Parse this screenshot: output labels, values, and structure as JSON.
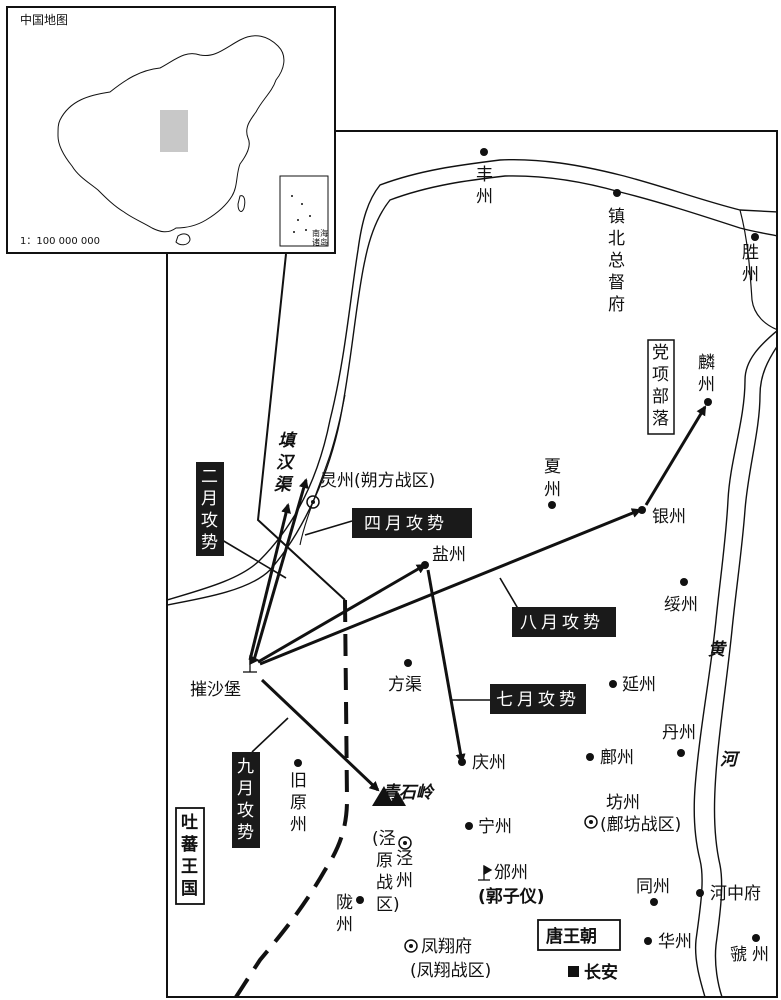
{
  "inset": {
    "title": "中国地图",
    "scale": "1：100 000 000",
    "south_sea_label": "南海诸岛"
  },
  "cities": {
    "fengzhou": "丰州",
    "zhenbei": "镇北总督府",
    "shengzhou": "胜州",
    "linzhou": "麟州",
    "lingzhou": "灵州(朔方战区)",
    "xiazhou": "夏州",
    "yinzhou": "银州",
    "yanzhou_salt": "盐州",
    "suizhou": "绥州",
    "fangqu": "方渠",
    "yanzhou": "延州",
    "cuishabao": "摧沙堡",
    "danzhou": "丹州",
    "qingzhou": "庆州",
    "fuzhou": "鄜州",
    "yuanzhou_old": "旧原州",
    "qingshiling": "青石岭",
    "ningzhou": "宁州",
    "fangzhou": "坊州",
    "fangzhou_zone": "(鄜坊战区)",
    "jingzhou": "泾州",
    "jingzhou_zone": "(泾原战区)",
    "binzhou": "邠州",
    "guoziyi": "(郭子仪)",
    "tongzhou": "同州",
    "hezhongfu": "河中府",
    "longzhou": "陇州",
    "fengxiang": "凤翔府",
    "fengxiang_zone": "(凤翔战区)",
    "huazhou": "华州",
    "guozhou": "虢州",
    "changan": "长安"
  },
  "regions": {
    "dangxiang": "党项部落",
    "tubo": "吐蕃王国",
    "tang": "唐王朝",
    "tianhanqu": "填汉渠",
    "huanghe": "黄河"
  },
  "offensives": {
    "feb": "二月攻势",
    "apr": "四月攻势",
    "jul": "七月攻势",
    "aug": "八月攻势",
    "sep": "九月攻势"
  },
  "colors": {
    "ink": "#111111",
    "inset_region": "#c8c8c8",
    "label_box": "#1a1a1a"
  }
}
